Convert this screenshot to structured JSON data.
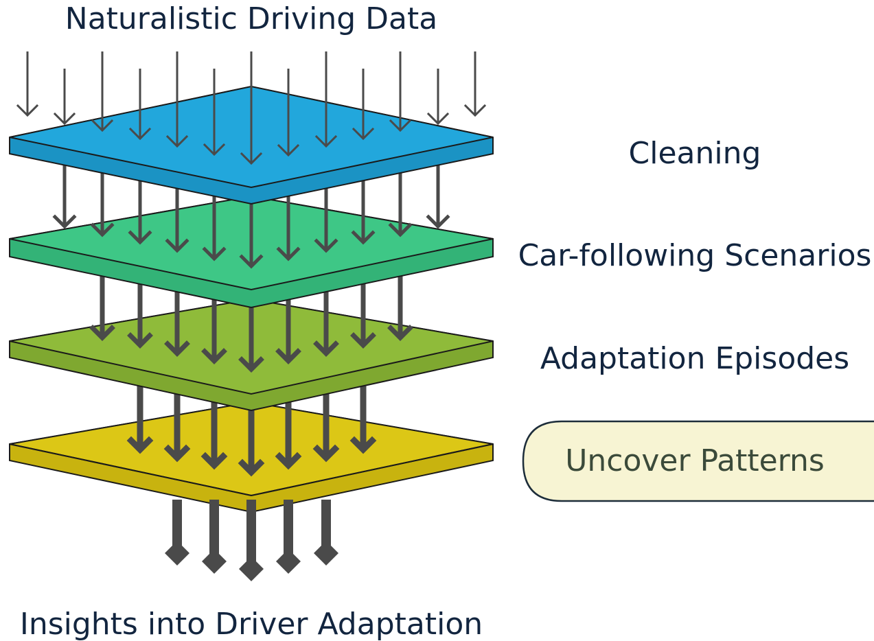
{
  "title": "Naturalistic Driving Data",
  "output_label": "Insights into Driver Adaptation",
  "stages": [
    {
      "label": "Cleaning",
      "color": "#22a7dc"
    },
    {
      "label": "Car-following Scenarios",
      "color": "#3ec786"
    },
    {
      "label": "Adaptation Episodes",
      "color": "#8fbb3a"
    },
    {
      "label": "Uncover Patterns",
      "color": "#dcc716",
      "highlight": true
    }
  ],
  "colors": {
    "arrow": "#4a4a4a",
    "text": "#12253f",
    "highlight_fill": "#f7f4d3",
    "highlight_stroke": "#1d2d3a"
  }
}
